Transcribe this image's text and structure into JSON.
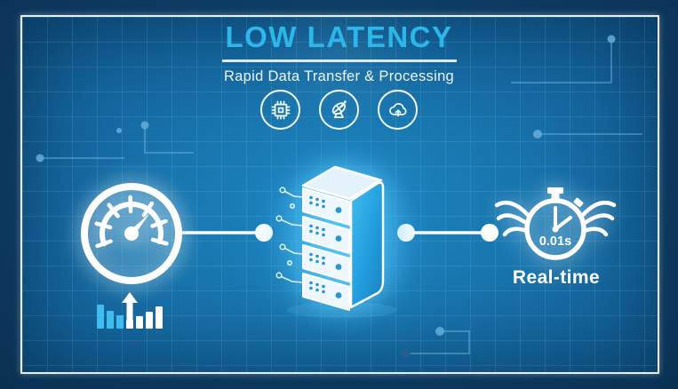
{
  "header": {
    "title": "LOW LATENCY",
    "subtitle": "Rapid Data Transfer & Processing"
  },
  "icons": {
    "list": [
      "cpu-chip",
      "satellite-dish",
      "cloud-upload"
    ]
  },
  "flow": {
    "left_node": "speedometer-gauge",
    "center_node": "server-tower",
    "right_node": "winged-stopwatch"
  },
  "stopwatch": {
    "time": "0.01s",
    "label": "Real-time"
  },
  "bar_icon": {
    "heights": [
      27,
      20,
      15,
      10,
      14,
      19,
      25
    ],
    "colors": [
      "cyan",
      "cyan",
      "cyan",
      "white",
      "white",
      "white",
      "white"
    ]
  },
  "colors": {
    "accent": "#2cb6ea",
    "cyan_bar": "#3fbdee",
    "inner_background": "#1374ae",
    "outer_background": "#0d3b60",
    "line_white": "#ffffff"
  }
}
